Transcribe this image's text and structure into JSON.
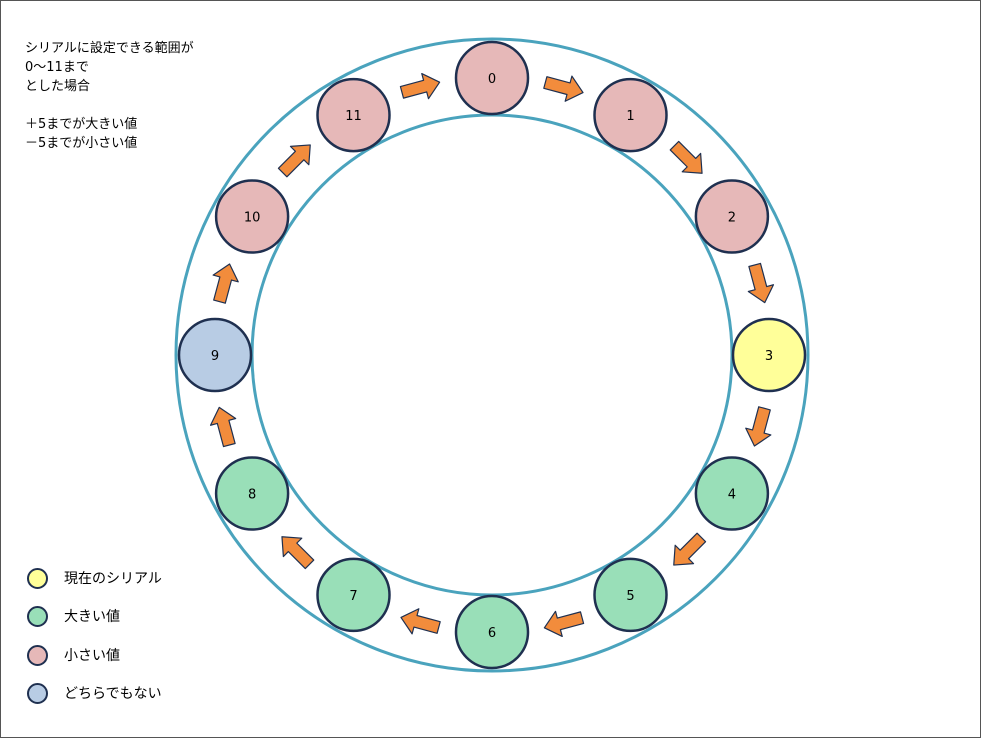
{
  "note": {
    "lines": [
      "シリアルに設定できる範囲が",
      "0〜11まで",
      "とした場合",
      "",
      "＋5までが大きい値",
      "－5までが小さい値"
    ]
  },
  "colors": {
    "ring": "#4aa3bd",
    "arrow_fill": "#f28c3c",
    "arrow_stroke": "#1f3050",
    "node_border": "#1f3050",
    "current": "#ffff99",
    "larger": "#99dfb8",
    "smaller": "#e6b8b8",
    "neither": "#b8cce4"
  },
  "nodes": [
    {
      "label": "0",
      "kind": "smaller"
    },
    {
      "label": "1",
      "kind": "smaller"
    },
    {
      "label": "2",
      "kind": "smaller"
    },
    {
      "label": "3",
      "kind": "current"
    },
    {
      "label": "4",
      "kind": "larger"
    },
    {
      "label": "5",
      "kind": "larger"
    },
    {
      "label": "6",
      "kind": "larger"
    },
    {
      "label": "7",
      "kind": "larger"
    },
    {
      "label": "8",
      "kind": "larger"
    },
    {
      "label": "9",
      "kind": "neither"
    },
    {
      "label": "10",
      "kind": "smaller"
    },
    {
      "label": "11",
      "kind": "smaller"
    }
  ],
  "legend": [
    {
      "kind": "current",
      "label": "現在のシリアル"
    },
    {
      "kind": "larger",
      "label": "大きい値"
    },
    {
      "kind": "smaller",
      "label": "小さい値"
    },
    {
      "kind": "neither",
      "label": "どちらでもない"
    }
  ]
}
